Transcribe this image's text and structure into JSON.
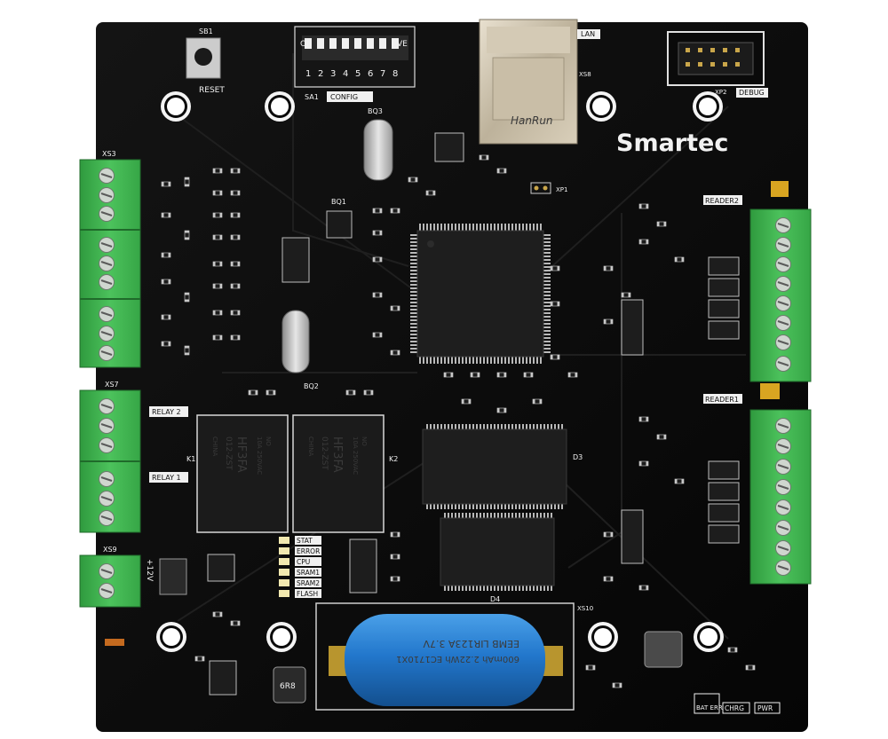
{
  "board": {
    "brand": "Smartec",
    "pcb_color": "#0d0d0d",
    "terminal_color": "#3fb34f",
    "connector_labels": [
      "XS3",
      "XS7",
      "XS9",
      "XS8",
      "XS10",
      "XP2",
      "XP1"
    ],
    "header_labels": {
      "lan": "LAN",
      "debug": "DEBUG",
      "config": "CONFIG",
      "reset": "RESET",
      "switch_on": "ON",
      "switch_ve": "VE",
      "switch_ref": "SA1",
      "button_ref": "SB1"
    },
    "dip_numbers": [
      "1",
      "2",
      "3",
      "4",
      "5",
      "6",
      "7",
      "8"
    ],
    "relay_labels": [
      "RELAY 2",
      "RELAY 1"
    ],
    "relay_refs": [
      "K1",
      "K2"
    ],
    "relay_marking": [
      "HF3FA",
      "012-ZST",
      "10A 250VAC",
      "NO",
      "CHINA"
    ],
    "reader_labels": [
      "READER2",
      "READER1"
    ],
    "led_labels": [
      "STAT",
      "ERROR",
      "CPU",
      "SRAM1",
      "SRAM2",
      "FLASH"
    ],
    "status_labels": [
      "BAT ERR",
      "CHRG",
      "PWR"
    ],
    "power_label": "+12V",
    "battery_text": [
      "EEMB LIR123A 3.7V",
      "600mAh 2.22Wh EC1710X1"
    ],
    "crystal_refs": [
      "BQ1",
      "BQ2",
      "BQ3"
    ],
    "ic_refs": [
      "D3",
      "D4"
    ],
    "jack_marking": "HanRun",
    "inductor_marking": "6R8"
  }
}
